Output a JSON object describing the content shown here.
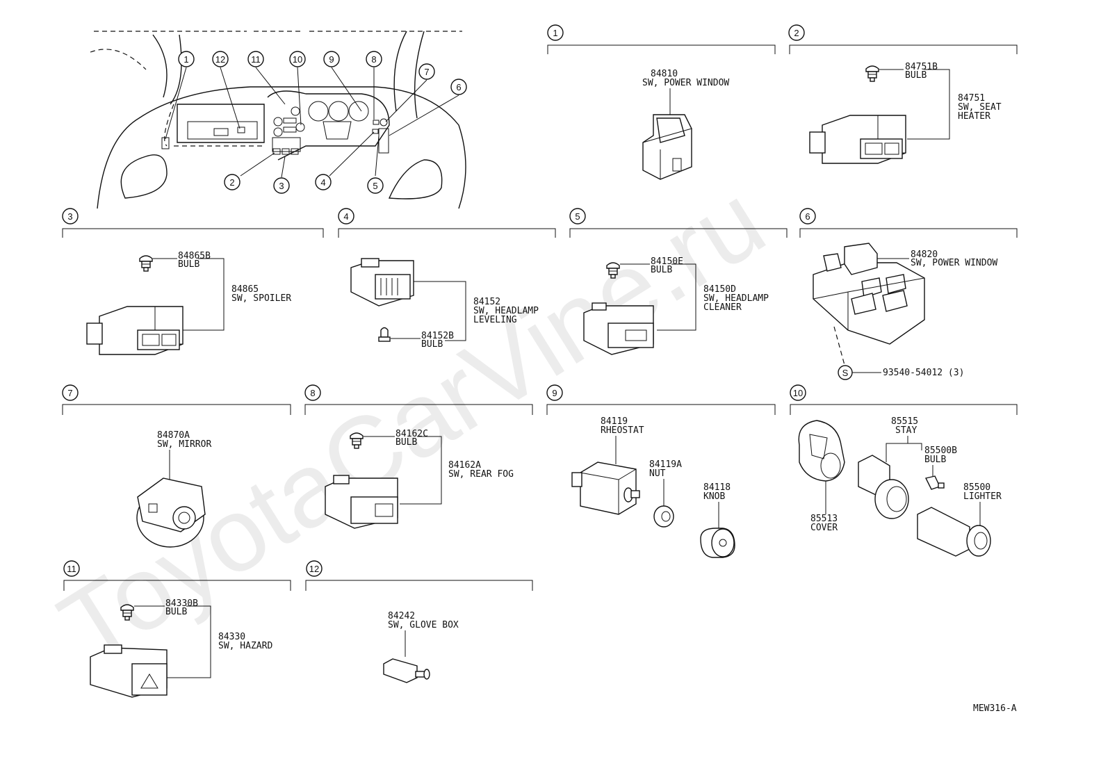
{
  "watermark": "ToyotaCarVine.ru",
  "figure_code": "MEW316-A",
  "locator_callouts": [
    "1",
    "12",
    "11",
    "10",
    "9",
    "8",
    "7",
    "6",
    "2",
    "3",
    "4",
    "5"
  ],
  "sections": [
    {
      "num": "1",
      "parts": [
        {
          "code": "84810",
          "name": "SW, POWER WINDOW"
        }
      ]
    },
    {
      "num": "2",
      "parts": [
        {
          "code": "84751B",
          "name": "BULB"
        },
        {
          "code": "84751",
          "name": "SW, SEAT",
          "name2": "HEATER"
        }
      ]
    },
    {
      "num": "3",
      "parts": [
        {
          "code": "84865B",
          "name": "BULB"
        },
        {
          "code": "84865",
          "name": "SW, SPOILER"
        }
      ]
    },
    {
      "num": "4",
      "parts": [
        {
          "code": "84152",
          "name": "SW, HEADLAMP",
          "name2": "LEVELING"
        },
        {
          "code": "84152B",
          "name": "BULB"
        }
      ]
    },
    {
      "num": "5",
      "parts": [
        {
          "code": "84150E",
          "name": "BULB"
        },
        {
          "code": "84150D",
          "name": "SW, HEADLAMP",
          "name2": "CLEANER"
        }
      ]
    },
    {
      "num": "6",
      "parts": [
        {
          "code": "84820",
          "name": "SW, POWER WINDOW"
        },
        {
          "code": "93540-54012 (3)",
          "name": ""
        }
      ],
      "screw_symbol": "S"
    },
    {
      "num": "7",
      "parts": [
        {
          "code": "84870A",
          "name": "SW, MIRROR"
        }
      ]
    },
    {
      "num": "8",
      "parts": [
        {
          "code": "84162C",
          "name": "BULB"
        },
        {
          "code": "84162A",
          "name": "SW, REAR FOG"
        }
      ]
    },
    {
      "num": "9",
      "parts": [
        {
          "code": "84119",
          "name": "RHEOSTAT"
        },
        {
          "code": "84119A",
          "name": "NUT"
        },
        {
          "code": "84118",
          "name": "KNOB"
        }
      ]
    },
    {
      "num": "10",
      "parts": [
        {
          "code": "85515",
          "name": "STAY"
        },
        {
          "code": "85500B",
          "name": "BULB"
        },
        {
          "code": "85500",
          "name": "LIGHTER"
        },
        {
          "code": "85513",
          "name": "COVER"
        }
      ]
    },
    {
      "num": "11",
      "parts": [
        {
          "code": "84330B",
          "name": "BULB"
        },
        {
          "code": "84330",
          "name": "SW, HAZARD"
        }
      ]
    },
    {
      "num": "12",
      "parts": [
        {
          "code": "84242",
          "name": "SW, GLOVE BOX"
        }
      ]
    }
  ]
}
